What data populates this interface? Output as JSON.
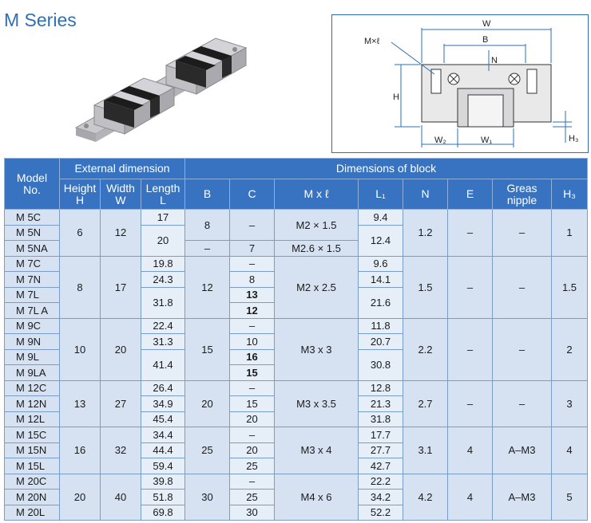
{
  "title": "M Series",
  "drawing": {
    "labels": {
      "W": "W",
      "B": "B",
      "Ml": "M×ℓ",
      "N": "N",
      "H": "H",
      "W2": "W₂",
      "W1": "W₁",
      "H3": "H₃"
    }
  },
  "header": {
    "model": "Model\nNo.",
    "external": "External dimension",
    "block": "Dimensions of block",
    "height": "Height",
    "height_sym": "H",
    "width": "Width",
    "width_sym": "W",
    "length": "Length",
    "length_sym": "L",
    "B": "B",
    "C": "C",
    "Ml": "M x ℓ",
    "L1": "L₁",
    "N": "N",
    "E": "E",
    "greas": "Greas\nnipple",
    "H3": "H₃"
  },
  "groups": [
    {
      "H": "6",
      "W": "12",
      "B_rows": [
        "8",
        "8",
        "–"
      ],
      "N": "1.2",
      "E": "–",
      "nipple": "–",
      "H3": "1",
      "rows": [
        {
          "model": "M 5C",
          "L": "17",
          "B": "8",
          "C": "–",
          "Ml": "M2 × 1.5",
          "L1": "9.4"
        },
        {
          "model": "M 5N",
          "L": "20",
          "B": "8",
          "C": "–",
          "Ml": "M2 × 1.5",
          "L1": "12.4"
        },
        {
          "model": "M 5NA",
          "L": "20",
          "B": "–",
          "C": "7",
          "Ml": "M2.6 × 1.5",
          "L1": "12.4"
        }
      ]
    },
    {
      "H": "8",
      "W": "17",
      "B": "12",
      "N": "1.5",
      "E": "–",
      "nipple": "–",
      "H3": "1.5",
      "Ml": "M2 x 2.5",
      "rows": [
        {
          "model": "M 7C",
          "L": "19.8",
          "C": "–",
          "L1": "9.6"
        },
        {
          "model": "M 7N",
          "L": "24.3",
          "C": "8",
          "L1": "14.1"
        },
        {
          "model": "M 7L",
          "L": "31.8",
          "C": "13",
          "L1": "21.6"
        },
        {
          "model": "M 7L A",
          "L": "31.8",
          "C": "12",
          "L1": "21.6"
        }
      ]
    },
    {
      "H": "10",
      "W": "20",
      "B": "15",
      "N": "2.2",
      "E": "–",
      "nipple": "–",
      "H3": "2",
      "Ml": "M3 x 3",
      "rows": [
        {
          "model": "M 9C",
          "L": "22.4",
          "C": "–",
          "L1": "11.8"
        },
        {
          "model": "M 9N",
          "L": "31.3",
          "C": "10",
          "L1": "20.7"
        },
        {
          "model": "M 9L",
          "L": "41.4",
          "C": "16",
          "L1": "30.8"
        },
        {
          "model": "M 9LA",
          "L": "41.4",
          "C": "15",
          "L1": "30.8"
        }
      ]
    },
    {
      "H": "13",
      "W": "27",
      "B": "20",
      "N": "2.7",
      "E": "–",
      "nipple": "–",
      "H3": "3",
      "Ml": "M3 x 3.5",
      "rows": [
        {
          "model": "M 12C",
          "L": "26.4",
          "C": "–",
          "L1": "12.8"
        },
        {
          "model": "M 12N",
          "L": "34.9",
          "C": "15",
          "L1": "21.3"
        },
        {
          "model": "M 12L",
          "L": "45.4",
          "C": "20",
          "L1": "31.8"
        }
      ]
    },
    {
      "H": "16",
      "W": "32",
      "B": "25",
      "N": "3.1",
      "E": "4",
      "nipple": "A–M3",
      "H3": "4",
      "Ml": "M3 x 4",
      "rows": [
        {
          "model": "M 15C",
          "L": "34.4",
          "C": "–",
          "L1": "17.7"
        },
        {
          "model": "M 15N",
          "L": "44.4",
          "C": "20",
          "L1": "27.7"
        },
        {
          "model": "M 15L",
          "L": "59.4",
          "C": "25",
          "L1": "42.7"
        }
      ]
    },
    {
      "H": "20",
      "W": "40",
      "B": "30",
      "N": "4.2",
      "E": "4",
      "nipple": "A–M3",
      "H3": "5",
      "Ml": "M4 x 6",
      "rows": [
        {
          "model": "M 20C",
          "L": "39.8",
          "C": "–",
          "L1": "22.2"
        },
        {
          "model": "M 20N",
          "L": "51.8",
          "C": "25",
          "L1": "34.2"
        },
        {
          "model": "M 20L",
          "L": "69.8",
          "C": "30",
          "L1": "52.2"
        }
      ]
    }
  ]
}
